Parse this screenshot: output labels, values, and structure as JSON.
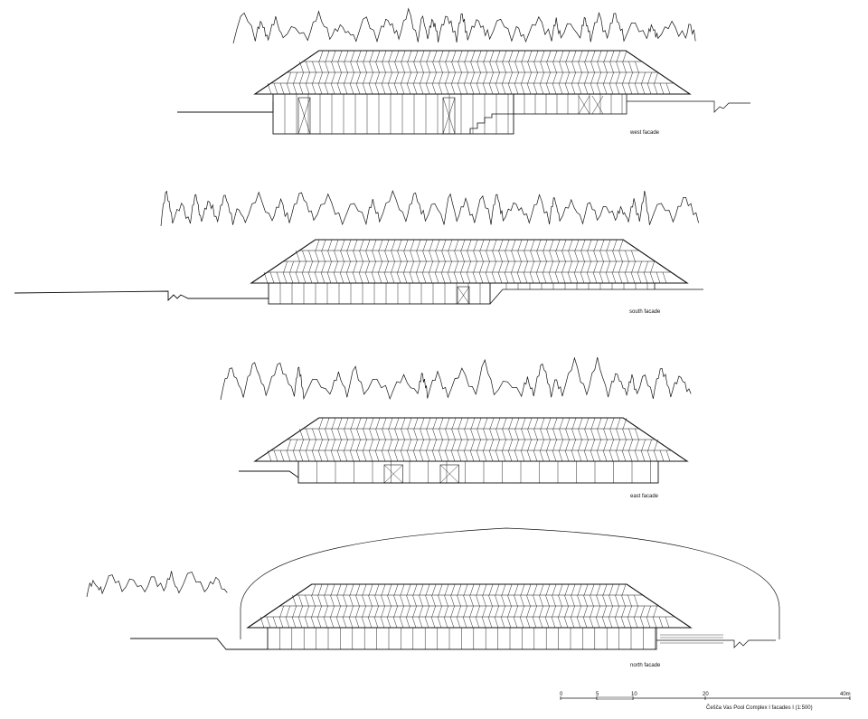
{
  "facades": [
    {
      "key": "west",
      "label": "west facade"
    },
    {
      "key": "south",
      "label": "south facade"
    },
    {
      "key": "east",
      "label": "east facade"
    },
    {
      "key": "north",
      "label": "north facade"
    }
  ],
  "scale_bar": {
    "ticks": [
      "0",
      "5",
      "10",
      "20",
      "40m"
    ]
  },
  "caption": "Češča Vas Pool Complex  I  facades  I (1:500)"
}
